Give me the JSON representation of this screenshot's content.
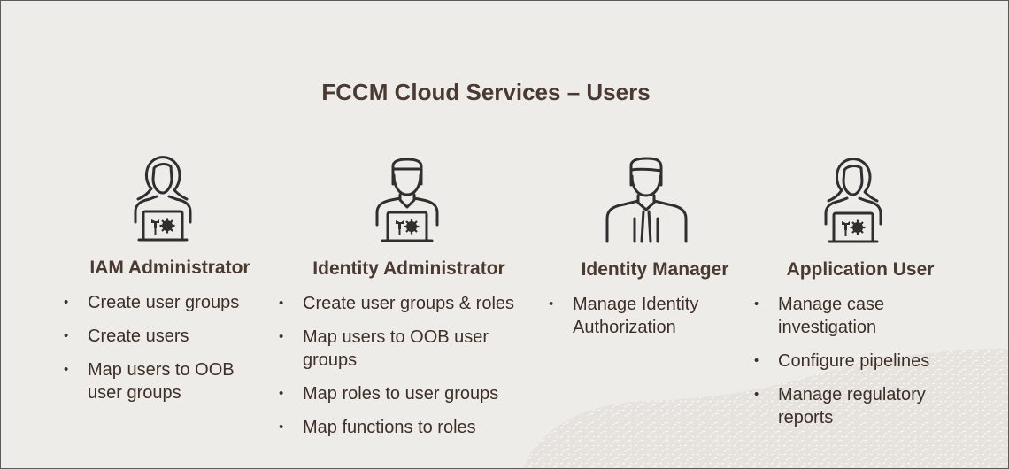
{
  "title": "FCCM Cloud Services – Users",
  "colors": {
    "background": "#eeece9",
    "title_text": "#4a3a31",
    "body_text": "#3d2f28",
    "icon_stroke": "#2f2f2f"
  },
  "roles": [
    {
      "name": "IAM Administrator",
      "icon": "female-admin-laptop-icon",
      "tasks": [
        "Create user groups",
        "Create users",
        "Map users to OOB user groups"
      ]
    },
    {
      "name": "Identity Administrator",
      "icon": "male-admin-laptop-icon",
      "tasks": [
        "Create user groups & roles",
        "Map users to OOB user groups",
        "Map roles to user groups",
        "Map functions to roles"
      ]
    },
    {
      "name": "Identity Manager",
      "icon": "male-manager-icon",
      "tasks": [
        "Manage Identity Authorization"
      ]
    },
    {
      "name": "Application User",
      "icon": "female-user-laptop-icon",
      "tasks": [
        "Manage case investigation",
        "Configure pipelines",
        "Manage regulatory reports"
      ]
    }
  ]
}
